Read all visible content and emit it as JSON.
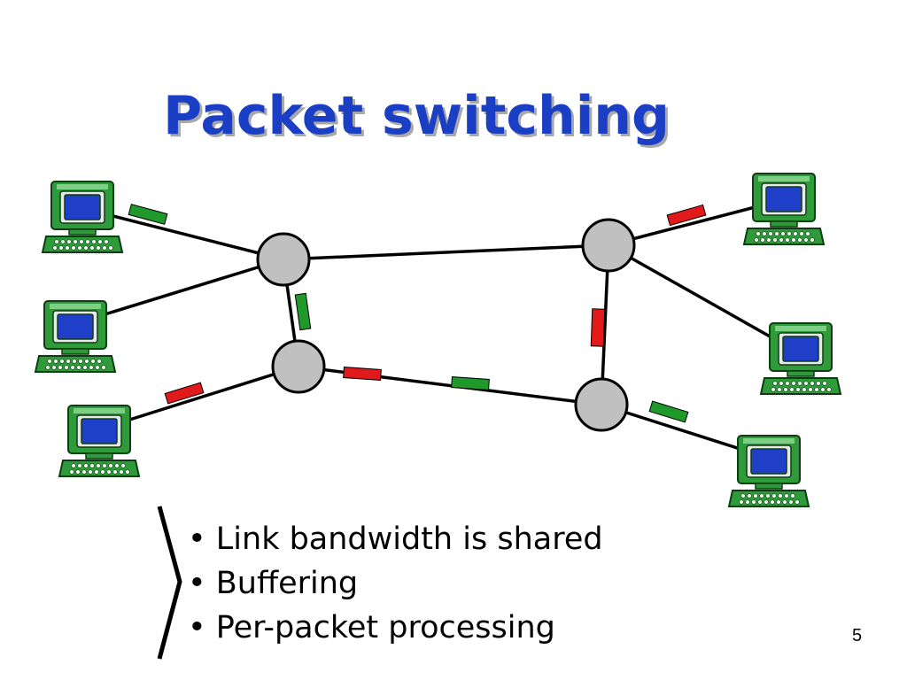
{
  "slide": {
    "title": "Packet switching",
    "bullets": [
      "Link bandwidth is shared",
      "Buffering",
      "Per-packet processing"
    ],
    "page_number": "5"
  },
  "colors": {
    "title": "#1a3fc4",
    "title_shadow": "#a8a8a8",
    "router": "#c0c0c0",
    "link": "#000000",
    "packet_green": "#1f9a2a",
    "packet_red": "#e01a1a",
    "computer_body": "#2e9a3a",
    "computer_screen": "#1f3fc8"
  },
  "diagram": {
    "routers": [
      "router-a",
      "router-b",
      "router-c",
      "router-d"
    ],
    "computers": [
      "computer-left-1",
      "computer-left-2",
      "computer-left-3",
      "computer-right-1",
      "computer-right-2",
      "computer-right-3"
    ],
    "packets": [
      {
        "name": "packet-left-1-link",
        "color": "green"
      },
      {
        "name": "packet-ab-link",
        "color": "green"
      },
      {
        "name": "packet-left-3-link",
        "color": "red"
      },
      {
        "name": "packet-bd-link-1",
        "color": "red"
      },
      {
        "name": "packet-bd-link-2",
        "color": "green"
      },
      {
        "name": "packet-cd-link",
        "color": "red"
      },
      {
        "name": "packet-right-1-link",
        "color": "red"
      },
      {
        "name": "packet-right-3-link",
        "color": "green"
      }
    ]
  }
}
